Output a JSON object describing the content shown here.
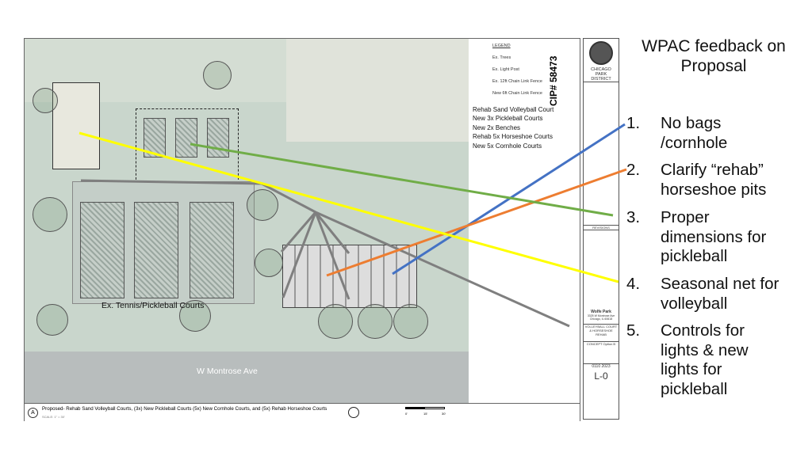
{
  "slide": {
    "title": "WPAC feedback on Proposal",
    "items": [
      {
        "num": "1.",
        "text": "No bags /cornhole",
        "color": "#4472c4"
      },
      {
        "num": "2.",
        "text": "Clarify “rehab” horseshoe pits",
        "color": "#ed7d31"
      },
      {
        "num": "3.",
        "text": "Proper dimensions for pickleball",
        "color": "#70ad47"
      },
      {
        "num": "4.",
        "text": "Seasonal net for volleyball",
        "color": "#ffff00"
      },
      {
        "num": "5.",
        "text": "Controls for lights & new lights for pickleball",
        "color": "#7f7f7f"
      }
    ]
  },
  "plan": {
    "legend": {
      "title": "LEGEND",
      "items": [
        "Ex. Trees",
        "Ex. Light Post",
        "Ex. 12ft Chain Link Fence",
        "New 6ft Chain Link Fence"
      ]
    },
    "callouts": [
      "Rehab Sand Volleyball Court",
      "New 3x Pickleball Courts",
      "New 2x Benches",
      "Rehab 5x Horseshoe Courts",
      "New 5x Cornhole Courts"
    ],
    "cip": "CIP# 58473",
    "labels": {
      "courts": "Ex. Tennis/Pickleball Courts",
      "street": "W Montrose Ave"
    },
    "caption": {
      "marker": "A",
      "text": "Proposed- Rehab Sand Volleyball Courts, (3x) New Pickleball Courts (5x) New Cornhole Courts, and (5x) Rehab Horseshoe Courts",
      "scale": "SCALE: 1\" = 30'",
      "scale_ticks": [
        "0'",
        "15'",
        "30'"
      ]
    },
    "titleblock": {
      "org": "CHICAGO PARK DISTRICT",
      "revisions": "REVISIONS",
      "park": "Wolfe Park",
      "address": "3325 W Montrose Ave Chicago, IL 60618",
      "project": "VOLLEYBALL COURT & HORSESHOE REHAB",
      "phase": "CONCEPT Option B",
      "project_no": "0110 2023",
      "sheet": "L-0"
    }
  }
}
